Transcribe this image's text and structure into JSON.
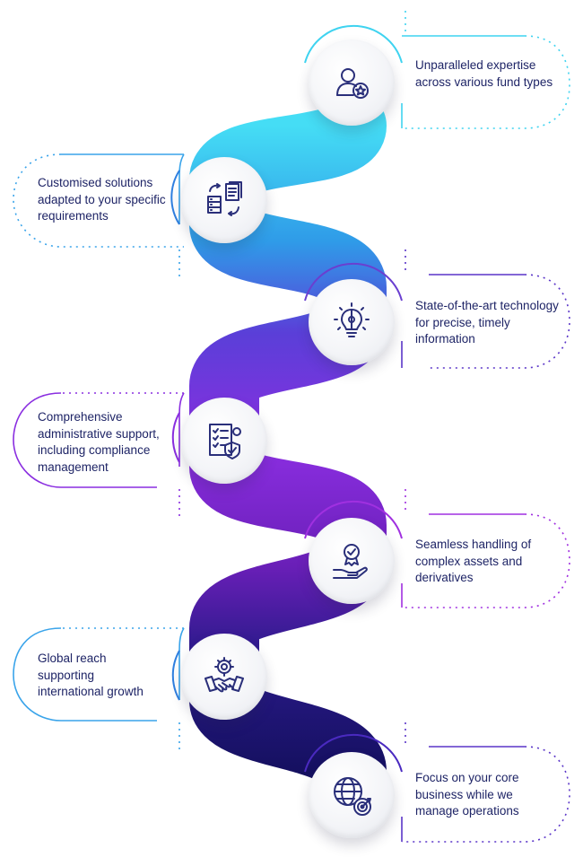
{
  "colors": {
    "text": "#1e2466",
    "icon": "#2a2f7a",
    "cyan": "#3fd3f0",
    "blue": "#2f7fe0",
    "violet": "#6a3fd0",
    "purple": "#9a2fe0",
    "indigo": "#4a1a9a",
    "navy": "#1a1670"
  },
  "steps": [
    {
      "text": "Unparalleled expertise across various fund types",
      "icon": "person-star-icon",
      "side": "right"
    },
    {
      "text": "Customised solutions adapted to your specific requirements",
      "icon": "server-document-sync-icon",
      "side": "left"
    },
    {
      "text": "State-of-the-art technology for precise, timely information",
      "icon": "lightbulb-gear-icon",
      "side": "right"
    },
    {
      "text": "Comprehensive administrative support, including compliance management",
      "icon": "checklist-shield-icon",
      "side": "left"
    },
    {
      "text": "Seamless handling of complex assets and derivatives",
      "icon": "hand-award-icon",
      "side": "right"
    },
    {
      "text": "Global reach supporting international growth",
      "icon": "handshake-gear-icon",
      "side": "left"
    },
    {
      "text": "Focus on your core business while we manage operations",
      "icon": "globe-target-icon",
      "side": "right"
    }
  ]
}
